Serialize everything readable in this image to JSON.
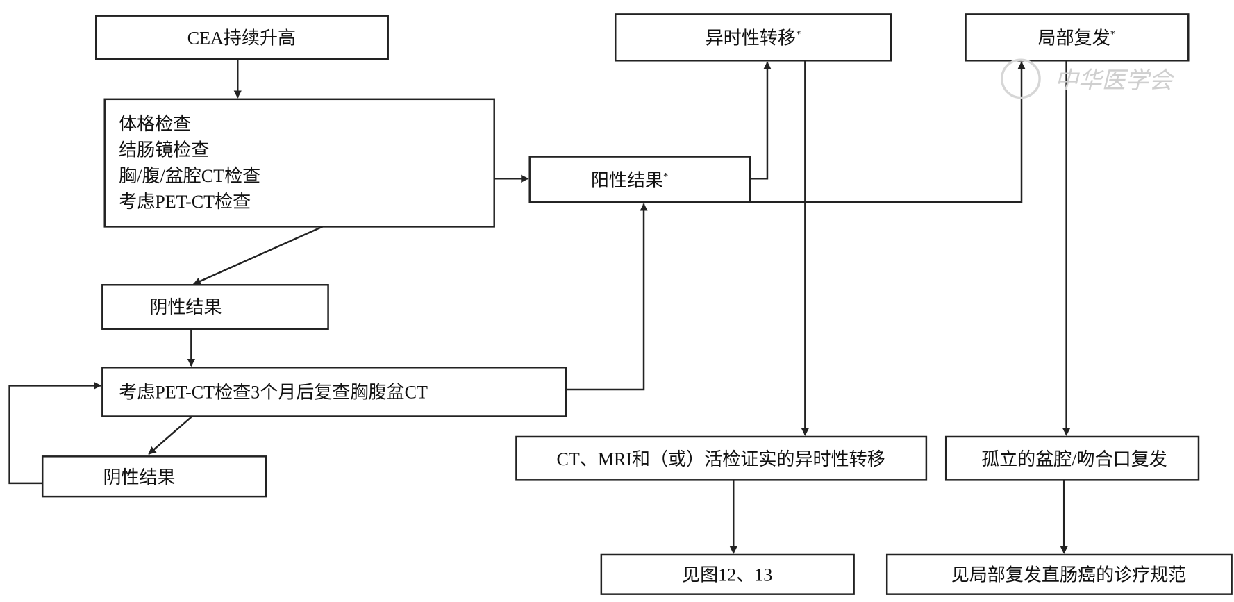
{
  "nodes": {
    "cea": "CEA持续升高",
    "exam": [
      "体格检查",
      "结肠镜检查",
      "胸/腹/盆腔CT检查",
      "考虑PET-CT检查"
    ],
    "positive": "阳性结果",
    "metachronous": "异时性转移",
    "local_recurrence": "局部复发",
    "negative1": "阴性结果",
    "followup": "考虑PET-CT检查3个月后复查胸腹盆CT",
    "negative2": "阴性结果",
    "confirmed_metastasis": "CT、MRI和（或）活检证实的异时性转移",
    "isolated_recurrence": "孤立的盆腔/吻合口复发",
    "see_figures": "见图12、13",
    "see_guideline": "见局部复发直肠癌的诊疗规范"
  },
  "footnote_mark": "*",
  "watermark": "中华医学会"
}
